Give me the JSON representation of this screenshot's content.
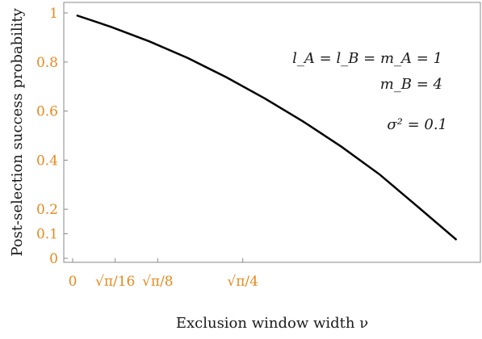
{
  "chart_data": {
    "type": "line",
    "title": "",
    "xlabel": "Exclusion window width ν",
    "ylabel": "Post-selection success probability",
    "xlim": [
      0,
      1.04
    ],
    "ylim": [
      0,
      1.0
    ],
    "x_ticks": [
      {
        "value": 0,
        "label": "0"
      },
      {
        "value": 0.1108,
        "label": "√π/16"
      },
      {
        "value": 0.2216,
        "label": "√π/8"
      },
      {
        "value": 0.4431,
        "label": "√π/4"
      }
    ],
    "y_ticks": [
      {
        "value": 0,
        "label": "0"
      },
      {
        "value": 0.1,
        "label": "0.1"
      },
      {
        "value": 0.2,
        "label": "0.2"
      },
      {
        "value": 0.4,
        "label": "0.4"
      },
      {
        "value": 0.6,
        "label": "0.6"
      },
      {
        "value": 0.8,
        "label": "0.8"
      },
      {
        "value": 1.0,
        "label": "1"
      }
    ],
    "series": [
      {
        "x": [
          0.01,
          0.1,
          0.2,
          0.3,
          0.4,
          0.5,
          0.6,
          0.7,
          0.8,
          0.9,
          1.0
        ],
        "y": [
          0.99,
          0.943,
          0.884,
          0.816,
          0.738,
          0.652,
          0.558,
          0.455,
          0.341,
          0.209,
          0.075
        ]
      }
    ],
    "annotations": [
      "l_A = l_B = m_A = 1",
      "m_B = 4",
      "σ² = 0.1"
    ],
    "colors": {
      "line": "#000000",
      "tick_labels": "#e8891e",
      "frame": "#888888"
    }
  }
}
